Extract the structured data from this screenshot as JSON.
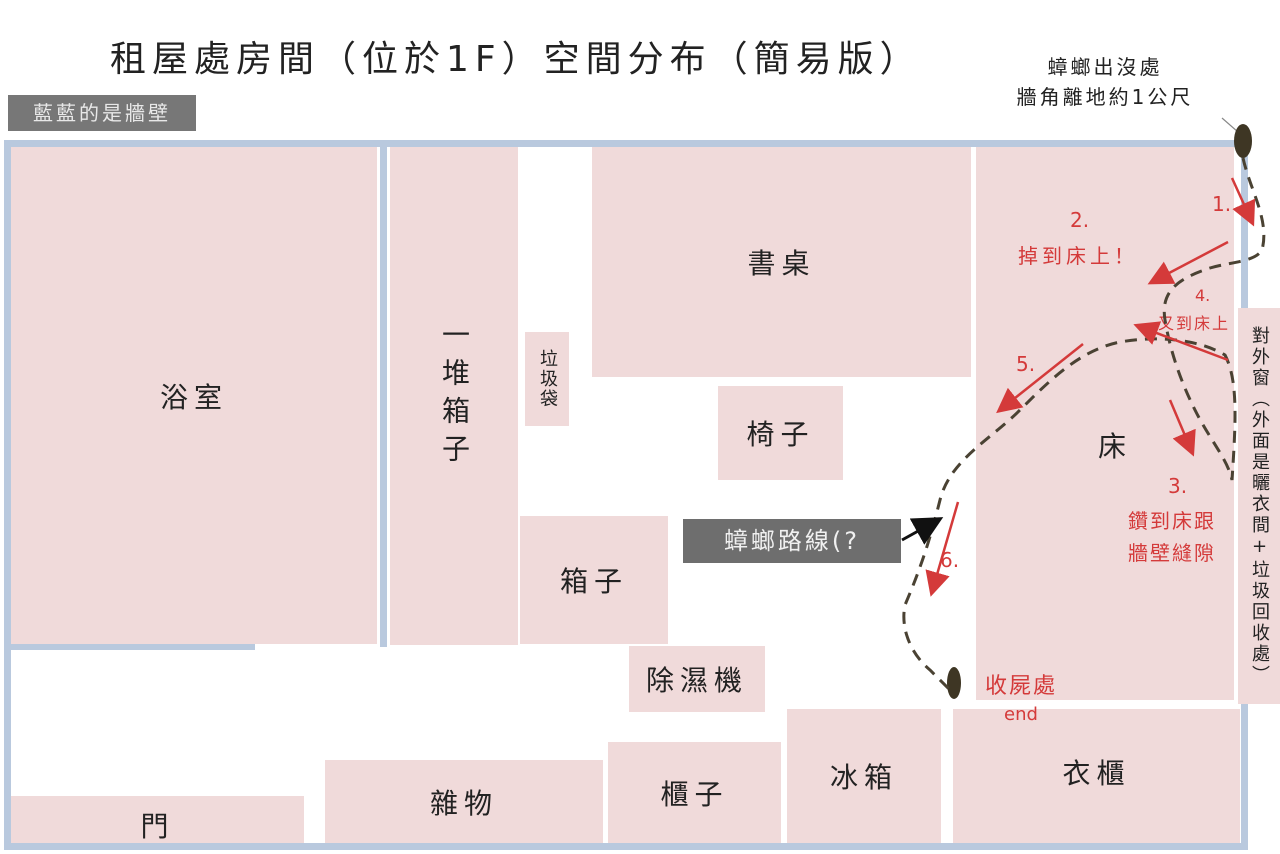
{
  "title": "租屋處房間（位於1F）空間分布（簡易版）",
  "legend": "藍藍的是牆壁",
  "rooms": {
    "bathroom": "浴室",
    "boxes_pile": "一堆箱子",
    "trash_bag": "垃圾袋",
    "desk": "書桌",
    "chair": "椅子",
    "bed": "床",
    "box": "箱子",
    "dehumidifier": "除濕機",
    "door": "門",
    "misc": "雜物",
    "cabinet": "櫃子",
    "fridge": "冰箱",
    "wardrobe": "衣櫃"
  },
  "window_label": "對外窗（外面是曬衣間+垃圾回收處）",
  "roach_origin": {
    "line1": "蟑螂出沒處",
    "line2": "牆角離地約1公尺"
  },
  "route_label": "蟑螂路線(?",
  "steps": {
    "s1": "1.",
    "s2_num": "2.",
    "s2_text": "掉到床上！",
    "s3_num": "3.",
    "s3_line1": "鑽到床跟",
    "s3_line2": "牆壁縫隙",
    "s4_num": "4.",
    "s4_text": "又到床上",
    "s5": "5.",
    "s6": "6."
  },
  "end_place": "收屍處",
  "end_word": "end",
  "colors": {
    "wall": "#b9c9de",
    "furniture": "#f0dada",
    "arrow": "#d43a3a",
    "route": "#4a4233",
    "label_box": "#6e6e6e"
  }
}
